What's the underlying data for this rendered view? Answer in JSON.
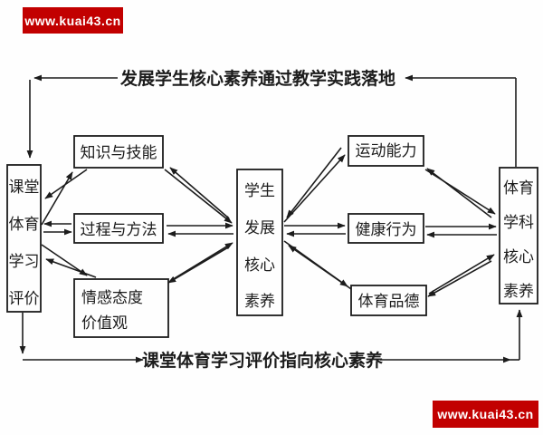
{
  "watermark": {
    "top": "www.kuai43.cn",
    "bottom": "www.kuai43.cn",
    "bg_color": "#c20000",
    "text_color": "#ffffff"
  },
  "diagram": {
    "top_caption": "发展学生核心素养通过教学实践落地",
    "bottom_caption": "课堂体育学习评价指向核心素养",
    "line_color": "#1c1c1c",
    "boxes": {
      "left": {
        "lines": [
          "课堂",
          "体育",
          "学习",
          "评价"
        ]
      },
      "knowledge": {
        "label": "知识与技能"
      },
      "process": {
        "label": "过程与方法"
      },
      "affect": {
        "lines": [
          "情感态度",
          "价值观"
        ]
      },
      "center": {
        "lines": [
          "学生",
          "发展",
          "核心",
          "素养"
        ]
      },
      "athletic": {
        "label": "运动能力"
      },
      "health": {
        "label": "健康行为"
      },
      "morality": {
        "label": "体育品德"
      },
      "right": {
        "lines": [
          "体育",
          "学科",
          "核心",
          "素养"
        ]
      }
    }
  }
}
